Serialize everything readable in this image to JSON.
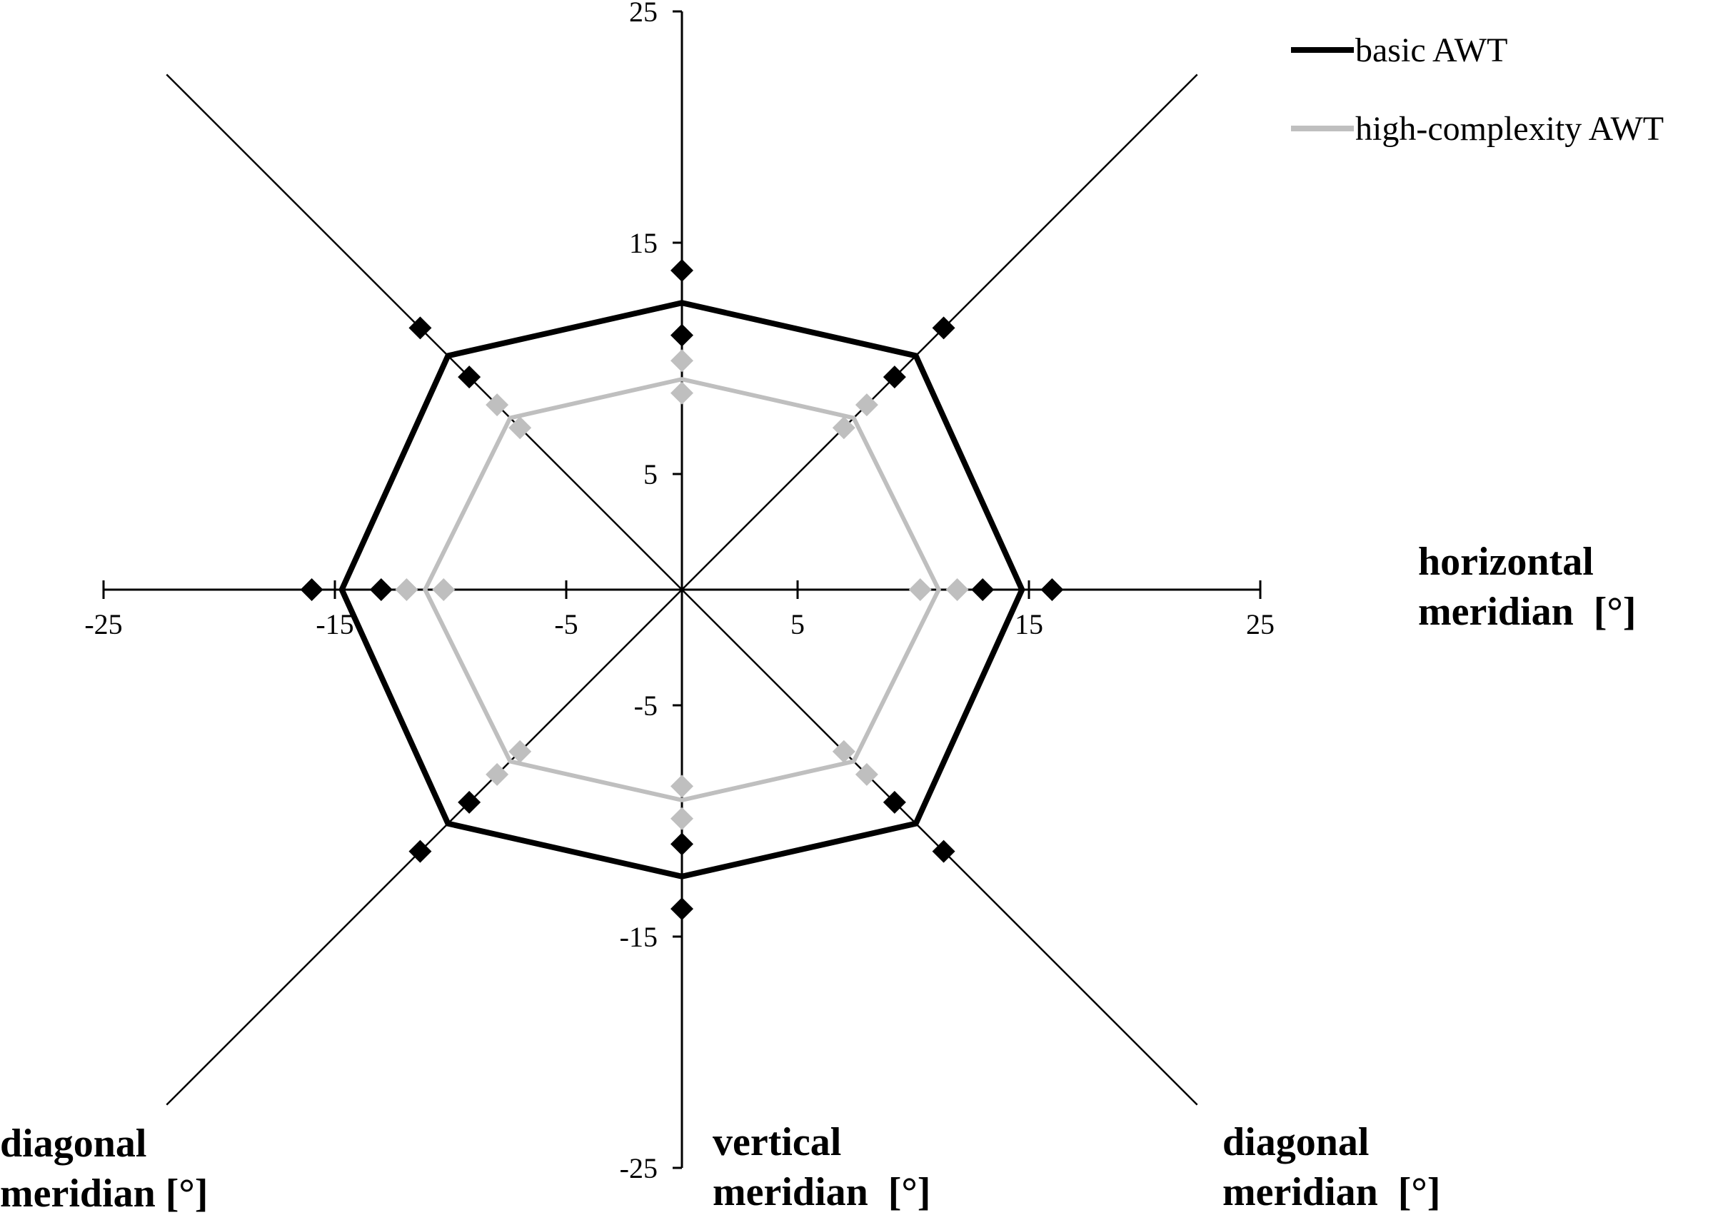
{
  "chart_data": {
    "type": "radar",
    "axis_range": [
      -25,
      25
    ],
    "axes": {
      "horizontal": {
        "ticks": [
          "-25",
          "-15",
          "-5",
          "5",
          "15",
          "25"
        ]
      },
      "vertical": {
        "ticks": [
          "25",
          "15",
          "5",
          "-5",
          "-15",
          "-25"
        ]
      }
    },
    "axis_titles": {
      "horizontal": [
        "horizontal",
        "meridian  [°]"
      ],
      "vertical": [
        "vertical",
        "meridian  [°]"
      ],
      "diagonal_left": [
        "diagonal",
        "meridian [°]"
      ],
      "diagonal_right": [
        "diagonal",
        "meridian  [°]"
      ]
    },
    "directions_deg": [
      0,
      45,
      90,
      135,
      180,
      225,
      270,
      315
    ],
    "series": [
      {
        "name": "basic AWT",
        "color": "#000000",
        "means": [
          14.7,
          14.3,
          12.4,
          14.3,
          14.7,
          14.3,
          12.4,
          14.3
        ],
        "markers": [
          [
            13.0,
            16.0
          ],
          [
            13.0,
            16.0
          ],
          [
            11.0,
            13.8
          ],
          [
            13.0,
            16.0
          ],
          [
            13.0,
            16.0
          ],
          [
            13.0,
            16.0
          ],
          [
            11.0,
            13.8
          ],
          [
            13.0,
            16.0
          ]
        ]
      },
      {
        "name": "high-complexity AWT",
        "color": "#bfbfbf",
        "means": [
          11.1,
          10.5,
          9.1,
          10.5,
          11.1,
          10.5,
          9.1,
          10.5
        ],
        "markers": [
          [
            10.3,
            11.9
          ],
          [
            9.9,
            11.3
          ],
          [
            8.5,
            9.9
          ],
          [
            9.9,
            11.3
          ],
          [
            10.3,
            11.9
          ],
          [
            9.9,
            11.3
          ],
          [
            8.5,
            9.9
          ],
          [
            9.9,
            11.3
          ]
        ]
      }
    ]
  }
}
